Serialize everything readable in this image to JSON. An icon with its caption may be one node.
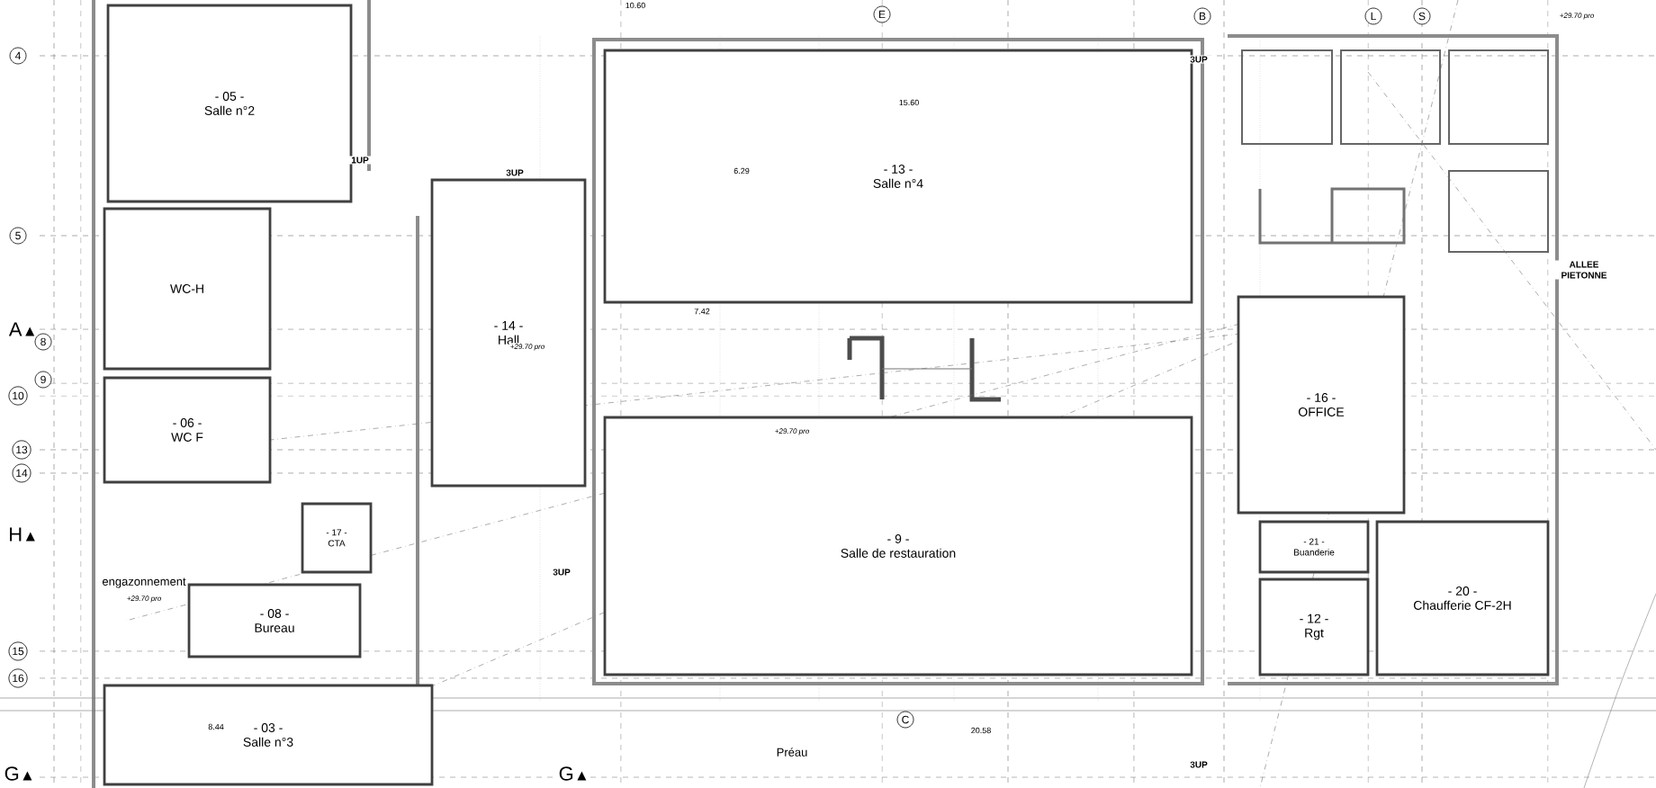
{
  "diagram": {
    "nodes": [
      {
        "text": [
          "- 05 -",
          "Salle n°2"
        ]
      },
      {
        "text": [
          "WC-H"
        ]
      },
      {
        "text": [
          "- 06 -",
          "WC F"
        ]
      },
      {
        "text": [
          "- 14 -",
          "Hall"
        ]
      },
      {
        "text": [
          "- 17 -",
          "CTA"
        ]
      },
      {
        "text": [
          "- 08 -",
          "Bureau"
        ]
      },
      {
        "text": [
          "- 03 -",
          "Salle n°3"
        ]
      },
      {
        "text": [
          "- 13 -",
          "Salle n°4"
        ]
      },
      {
        "text": [
          "- 9 -",
          "Salle de restauration"
        ]
      },
      {
        "text": [
          "- 16 -",
          "OFFICE"
        ]
      },
      {
        "text": [
          "- 21 -",
          "Buanderie"
        ]
      },
      {
        "text": [
          "- 12 -",
          "Rgt"
        ]
      },
      {
        "text": [
          "- 20 -",
          "Chaufferie CF-2H"
        ]
      }
    ],
    "labels": [
      "4",
      "5",
      "A",
      "8",
      "9",
      "10",
      "13",
      "14",
      "H",
      "15",
      "16",
      "G",
      "E",
      "B",
      "L",
      "S",
      "C",
      "G",
      "engazonnement",
      "ALLEE PIETONNE",
      "Préau",
      "+29.70 pro",
      "+29.70 pro",
      "+29.70 pro",
      "+29.70 pro",
      "3UP",
      "3UP",
      "3UP",
      "3UP",
      "1UP",
      "15.60",
      "20.58",
      "7.42",
      "8.44",
      "10.60",
      "6.29"
    ]
  }
}
